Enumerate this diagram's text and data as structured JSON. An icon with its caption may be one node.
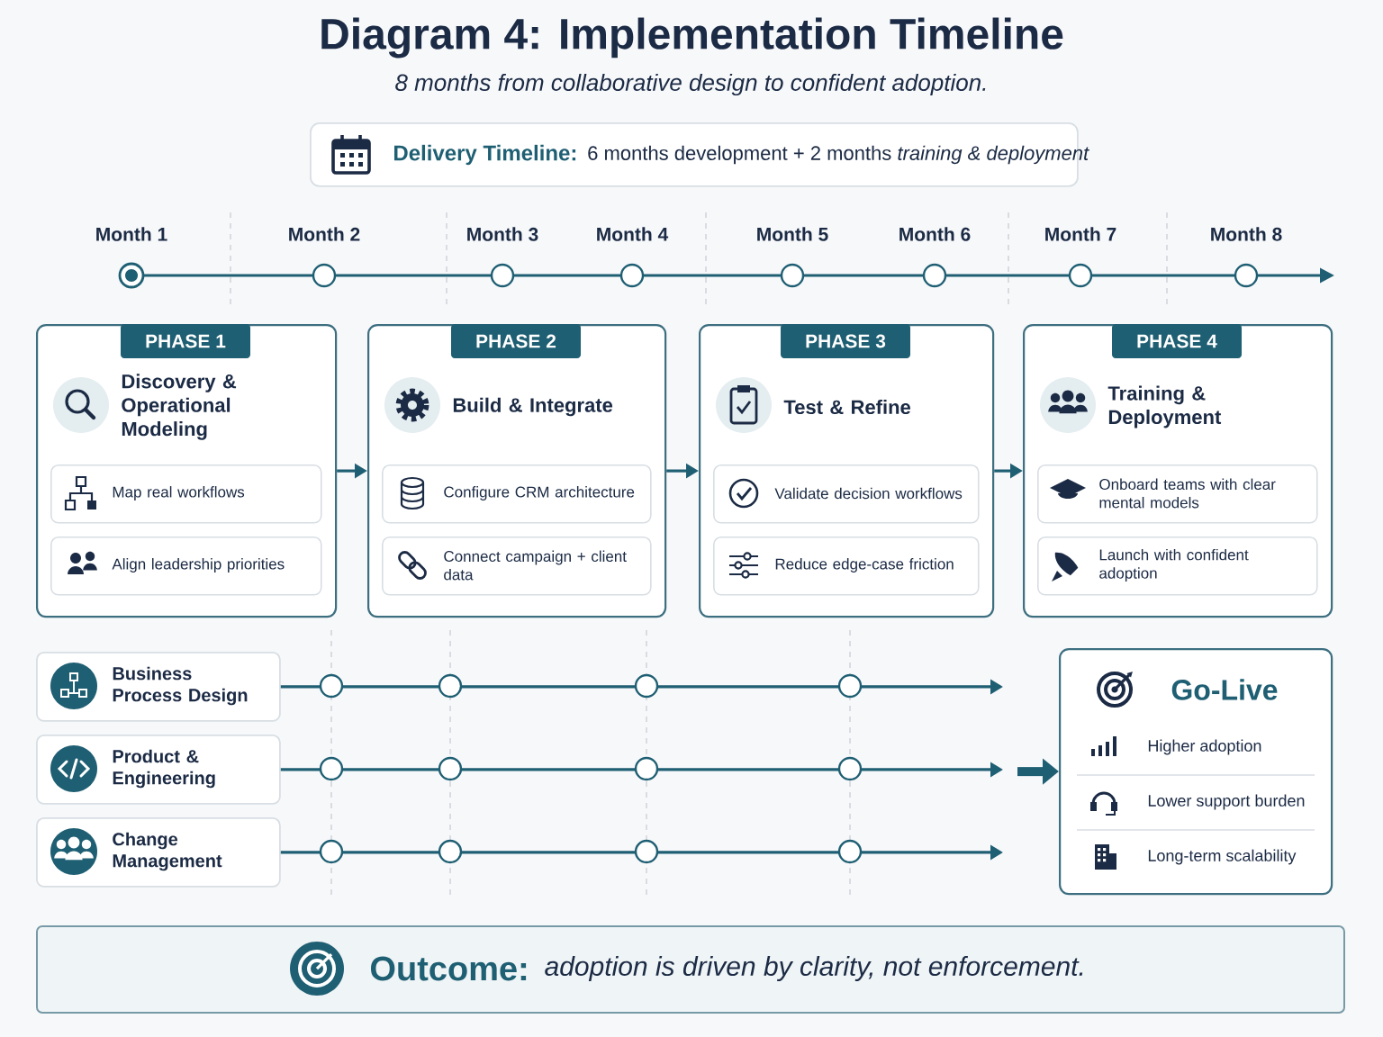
{
  "diagram": {
    "title": "Diagram 4: Implementation Timeline",
    "caption": "8 months from collaborative design to confident adoption.",
    "nodes": [
      {
        "text": [
          "Delivery Timeline:",
          "6 months development + 2 months *training & deployment*"
        ]
      },
      {
        "text": [
          "PHASE 1",
          "Discovery & Operational Modeling"
        ]
      },
      {
        "text": [
          "Map real workflows"
        ],
        "in": 1
      },
      {
        "text": [
          "Align leadership priorities"
        ],
        "in": 1
      },
      {
        "text": [
          "PHASE 2",
          "Build & Integrate"
        ]
      },
      {
        "text": [
          "Configure CRM architecture"
        ],
        "in": 4
      },
      {
        "text": [
          "Connect campaign + client data"
        ],
        "in": 4
      },
      {
        "text": [
          "PHASE 3",
          "Test & Refine"
        ]
      },
      {
        "text": [
          "Validate decision workflows"
        ],
        "in": 7
      },
      {
        "text": [
          "Reduce edge-case friction"
        ],
        "in": 7
      },
      {
        "text": [
          "PHASE 4",
          "Training & Deployment"
        ]
      },
      {
        "text": [
          "Onboard teams with clear mental models"
        ],
        "in": 10
      },
      {
        "text": [
          "Launch with confident adoption"
        ],
        "in": 10
      },
      {
        "text": [
          "Business Process Design"
        ]
      },
      {
        "text": [
          "Product & Engineering"
        ]
      },
      {
        "text": [
          "Change Management"
        ]
      },
      {
        "text": [
          "Go-Live",
          "Higher adoption",
          "Lower support burden",
          "Long-term scalability"
        ]
      },
      {
        "text": [
          "Outcome:",
          "adoption is driven by clarity, not enforcement."
        ]
      }
    ],
    "edges": [
      {
        "from": 1,
        "to": 4,
        "arrow": "to"
      },
      {
        "from": 4,
        "to": 7,
        "arrow": "to"
      },
      {
        "from": 7,
        "to": 10,
        "arrow": "to"
      },
      {
        "from": 13,
        "to": null,
        "arrow": "to"
      },
      {
        "from": 14,
        "to": null,
        "arrow": "to"
      },
      {
        "from": 15,
        "to": null,
        "arrow": "to"
      },
      {
        "from": null,
        "to": 16,
        "arrow": "to",
        "style": "thick"
      }
    ],
    "labels": [
      "Month 1",
      "Month 2",
      "Month 3",
      "Month 4",
      "Month 5",
      "Month 6",
      "Month 7",
      "Month 8"
    ]
  }
}
